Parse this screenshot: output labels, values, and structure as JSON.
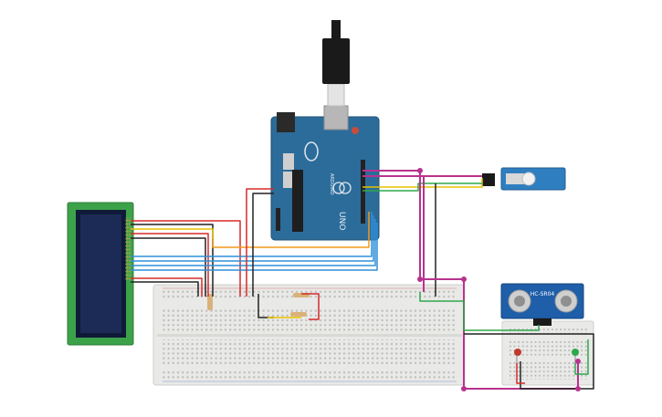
{
  "arduino": {
    "brand_label": "UNO",
    "maker_label": "ARDUINO"
  },
  "sensor": {
    "model_label": "HC-SR04"
  },
  "colors": {
    "wire_red": "#d62b2b",
    "wire_black": "#222222",
    "wire_yellow": "#e8c200",
    "wire_orange": "#f09a1e",
    "wire_blue": "#2e8fd8",
    "wire_green": "#2ea84a",
    "wire_magenta": "#b8338e",
    "arduino_blue": "#2c6c9a",
    "lcd_screen": "#1b2b55",
    "lcd_pcb": "#3ca24a",
    "breadboard": "#e9e9e7",
    "servo_blue": "#2f7fc0",
    "sensor_blue": "#1f5ea8",
    "led_red": "#c0392b",
    "led_green": "#2ea84a"
  }
}
